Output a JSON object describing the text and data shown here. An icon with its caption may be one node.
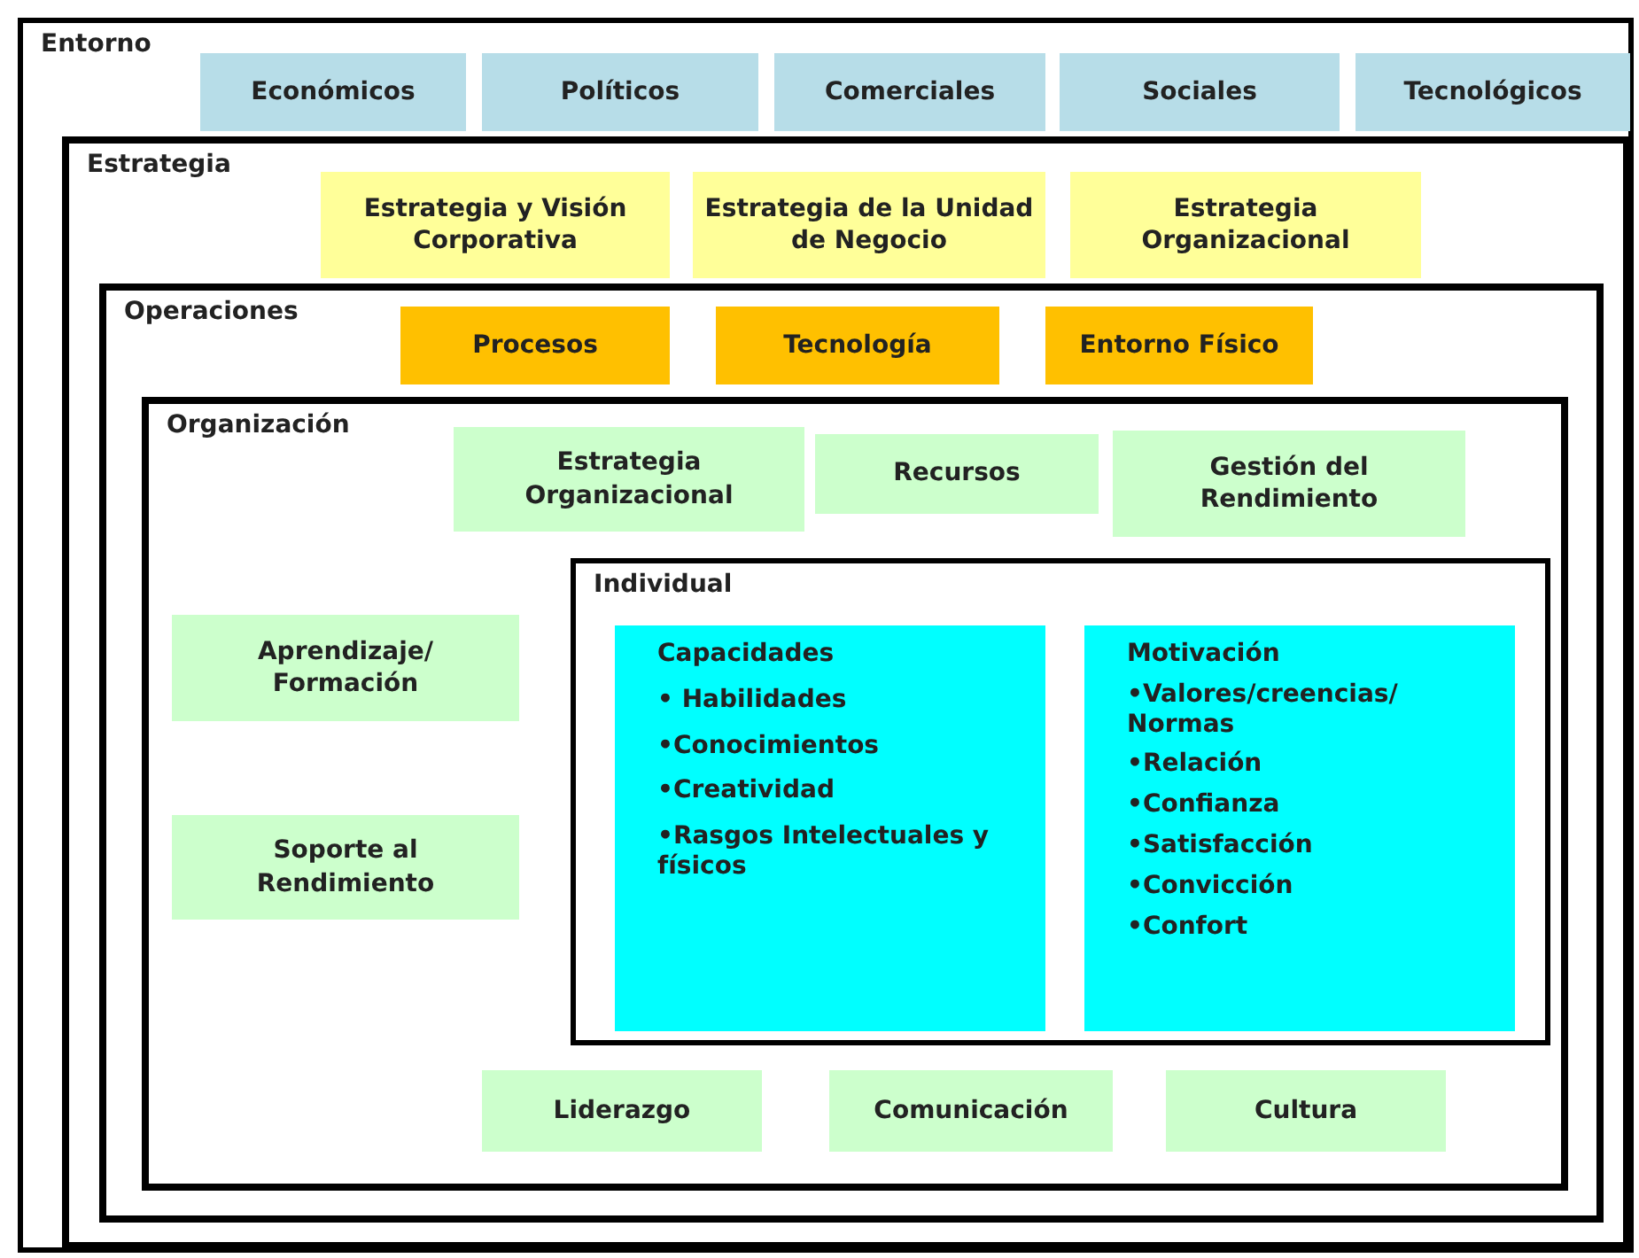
{
  "diagram": {
    "nodes": [
      {
        "text": [
          "Entorno"
        ]
      },
      {
        "text": [
          "Económicos"
        ],
        "in": 0
      },
      {
        "text": [
          "Políticos"
        ],
        "in": 0
      },
      {
        "text": [
          "Comerciales"
        ],
        "in": 0
      },
      {
        "text": [
          "Sociales"
        ],
        "in": 0
      },
      {
        "text": [
          "Tecnológicos"
        ],
        "in": 0
      },
      {
        "text": [
          "Estrategia"
        ],
        "in": 0
      },
      {
        "text": [
          "Estrategia y Visión Corporativa"
        ],
        "in": 6
      },
      {
        "text": [
          "Estrategia de la Unidad de Negocio"
        ],
        "in": 6
      },
      {
        "text": [
          "Estrategia Organizacional"
        ],
        "in": 6
      },
      {
        "text": [
          "Operaciones"
        ],
        "in": 6
      },
      {
        "text": [
          "Procesos"
        ],
        "in": 10
      },
      {
        "text": [
          "Tecnología"
        ],
        "in": 10
      },
      {
        "text": [
          "Entorno Físico"
        ],
        "in": 10
      },
      {
        "text": [
          "Organización"
        ],
        "in": 10
      },
      {
        "text": [
          "Estrategia Organizacional"
        ],
        "in": 14
      },
      {
        "text": [
          "Recursos"
        ],
        "in": 14
      },
      {
        "text": [
          "Gestión del Rendimiento"
        ],
        "in": 14
      },
      {
        "text": [
          "Individual"
        ],
        "in": 14
      },
      {
        "text": [
          "Capacidades",
          "• Habilidades",
          "•Conocimientos",
          "•Creatividad",
          "•Rasgos Intelectuales y físicos"
        ],
        "in": 18
      },
      {
        "text": [
          "Motivación",
          "•Valores/creencias/ Normas",
          "•Relación",
          "•Confianza",
          "•Satisfacción",
          "•Convicción",
          "•Confort"
        ],
        "in": 18
      },
      {
        "text": [
          "Aprendizaje/ Formación"
        ],
        "in": 14
      },
      {
        "text": [
          "Soporte al Rendimiento"
        ],
        "in": 14
      },
      {
        "text": [
          "Liderazgo"
        ],
        "in": 14
      },
      {
        "text": [
          "Comunicación"
        ],
        "in": 14
      },
      {
        "text": [
          "Cultura"
        ],
        "in": 14
      }
    ]
  }
}
